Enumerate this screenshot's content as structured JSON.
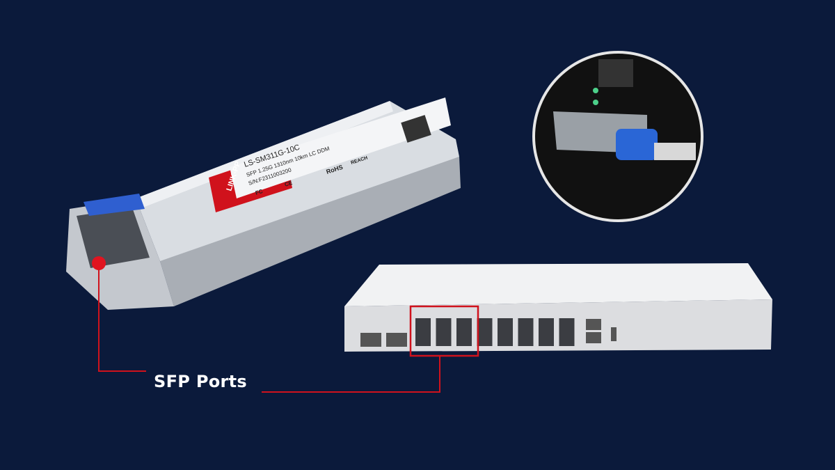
{
  "callout": {
    "label": "SFP Ports"
  },
  "module_label": {
    "brand": "LINK-PP",
    "model": "LS-SM311G-10C",
    "spec": "SFP 1.25G 1310nm 10km LC DDM",
    "serial": "S/N:F2311003200",
    "marks": [
      "FC",
      "CE",
      "RoHS",
      "REACH"
    ]
  },
  "colors": {
    "background": "#0b1a3b",
    "accent": "#d0121c",
    "latch": "#2f5fd0"
  }
}
